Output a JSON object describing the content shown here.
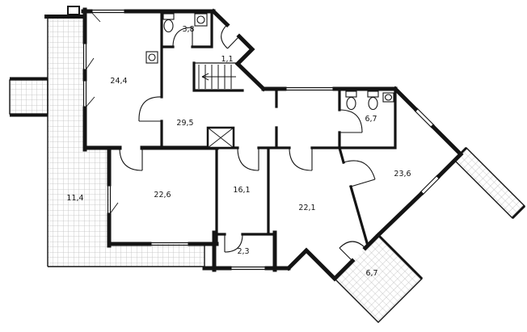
{
  "plan": {
    "type": "apartment-floor-plan",
    "colors": {
      "wall": "#141414",
      "label": "#141414",
      "hatch": "#bdbdbd",
      "background": "#ffffff"
    },
    "rooms": [
      {
        "id": "room-top-left",
        "label": "24,4"
      },
      {
        "id": "bathroom-top",
        "label": "3,8"
      },
      {
        "id": "vestibule",
        "label": "1,1"
      },
      {
        "id": "hallway",
        "label": "29,5"
      },
      {
        "id": "bathroom-right",
        "label": "6,7"
      },
      {
        "id": "room-right",
        "label": "23,6"
      },
      {
        "id": "loggia-left",
        "label": "11,4"
      },
      {
        "id": "room-mid-left",
        "label": "22,6"
      },
      {
        "id": "room-mid",
        "label": "16,1"
      },
      {
        "id": "room-mid-right",
        "label": "22,1"
      },
      {
        "id": "storage-bottom",
        "label": "2,3"
      },
      {
        "id": "terrace-bottom",
        "label": "6,7"
      }
    ]
  }
}
